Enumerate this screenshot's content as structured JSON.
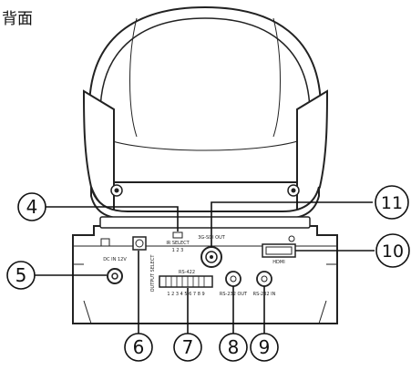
{
  "title": "背面",
  "panel_labels": {
    "ir_select": "IR SELECT",
    "ir_select_numbers": "1 2 3",
    "sdi_out": "3G-SDI OUT",
    "dc_in": "DC IN 12V",
    "output_select": "OUTPUT SELECT",
    "rs422": "RS-422",
    "rs422_pins": "1 2 3 4 5 6 7 8 9",
    "rs232_out": "RS-232 OUT",
    "rs232_in": "RS-232 IN",
    "hdmi": "HDMI"
  },
  "callouts": [
    {
      "num": "4"
    },
    {
      "num": "5"
    },
    {
      "num": "6"
    },
    {
      "num": "7"
    },
    {
      "num": "8"
    },
    {
      "num": "9"
    },
    {
      "num": "10"
    },
    {
      "num": "11"
    }
  ]
}
